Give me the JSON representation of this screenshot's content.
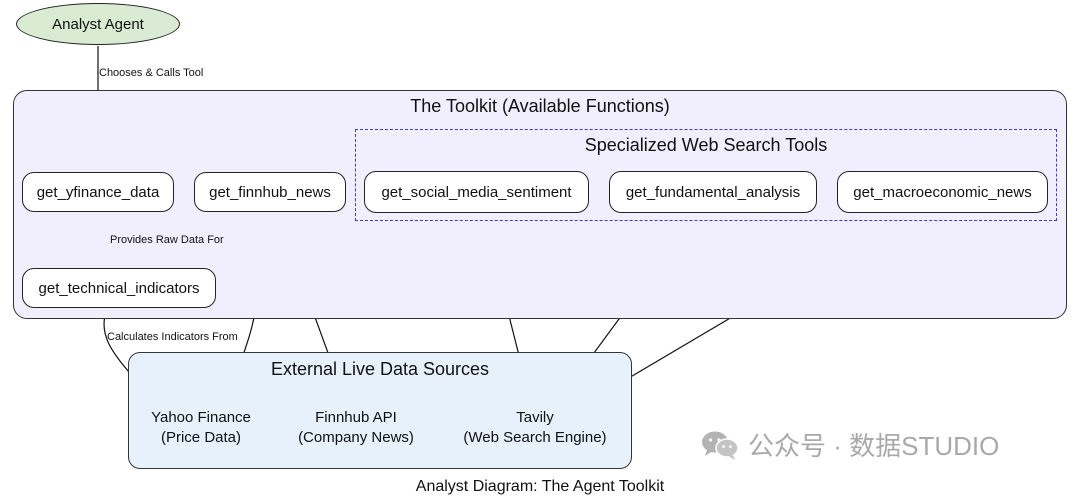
{
  "agent": {
    "label": "Analyst Agent"
  },
  "toolkit": {
    "title": "The Toolkit (Available Functions)",
    "tools": {
      "yfinance": "get_yfinance_data",
      "finnhub": "get_finnhub_news",
      "technical": "get_technical_indicators"
    },
    "web_search": {
      "title": "Specialized Web Search Tools",
      "tools": {
        "social": "get_social_media_sentiment",
        "fundamental": "get_fundamental_analysis",
        "macro": "get_macroeconomic_news"
      }
    }
  },
  "sources": {
    "title": "External Live Data Sources",
    "yahoo": {
      "line1": "Yahoo Finance",
      "line2": "(Price Data)"
    },
    "finnhub": {
      "line1": "Finnhub API",
      "line2": "(Company News)"
    },
    "tavily": {
      "line1": "Tavily",
      "line2": "(Web Search Engine)"
    }
  },
  "edges": {
    "chooses": "Chooses & Calls Tool",
    "provides": "Provides Raw Data For",
    "calculates": "Calculates Indicators From"
  },
  "watermark": "公众号 · 数据STUDIO",
  "caption": "Analyst Diagram: The Agent Toolkit",
  "colors": {
    "toolkit_bg": "#f1effd",
    "sources_bg": "#e6f1fc",
    "agent_bg": "#d9ecd3",
    "dashed_border": "#3b3bcc",
    "provides_edge": "#800080"
  }
}
